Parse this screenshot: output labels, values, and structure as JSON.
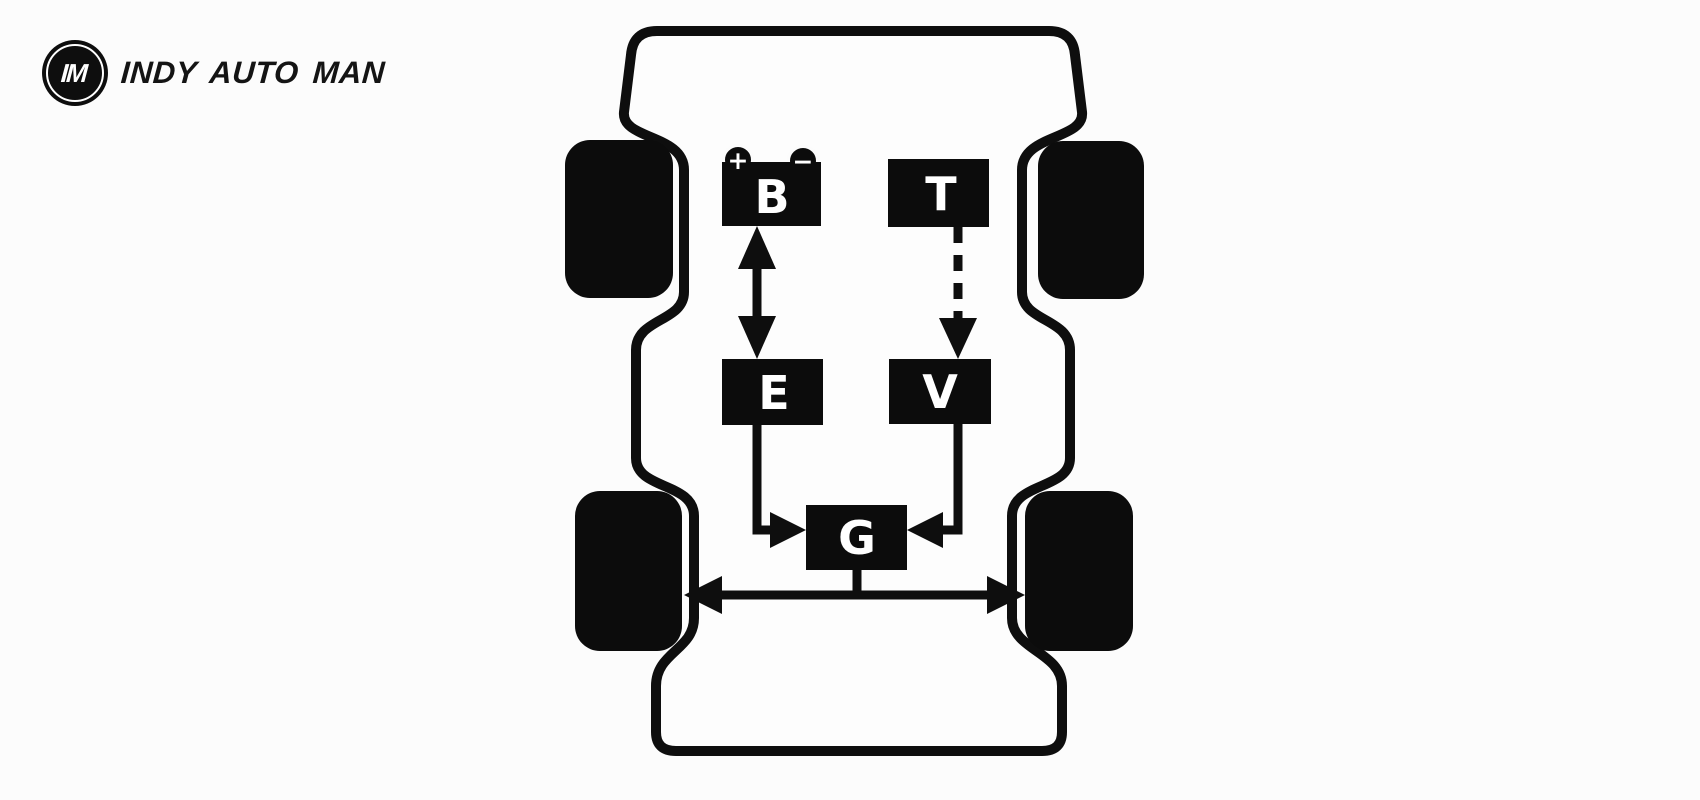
{
  "colors": {
    "ink": "#0e0e0e",
    "background": "#fcfcfc",
    "node_fill": "#0c0c0c",
    "node_text": "#ffffff"
  },
  "logo": {
    "monogram": "IM",
    "brand": "INDY AUTO MAN"
  },
  "diagram": {
    "description": "Top-view car chassis schematic with labeled component boxes connected by arrows",
    "nodes": [
      {
        "id": "B",
        "label": "B"
      },
      {
        "id": "T",
        "label": "T"
      },
      {
        "id": "E",
        "label": "E"
      },
      {
        "id": "V",
        "label": "V"
      },
      {
        "id": "G",
        "label": "G"
      }
    ],
    "battery": {
      "positive": "+",
      "negative": "−"
    },
    "edges": [
      {
        "from": "B",
        "to": "E",
        "style": "solid",
        "arrowheads": "both"
      },
      {
        "from": "T",
        "to": "V",
        "style": "dashed",
        "arrowheads": "end"
      },
      {
        "from": "E",
        "to": "G",
        "style": "solid",
        "arrowheads": "end"
      },
      {
        "from": "V",
        "to": "G",
        "style": "solid",
        "arrowheads": "end"
      },
      {
        "from": "G",
        "to": "rear axle",
        "style": "solid",
        "arrowheads": "none"
      },
      {
        "from": "rear axle",
        "to": "rear wheels",
        "style": "solid",
        "arrowheads": "both"
      }
    ]
  }
}
